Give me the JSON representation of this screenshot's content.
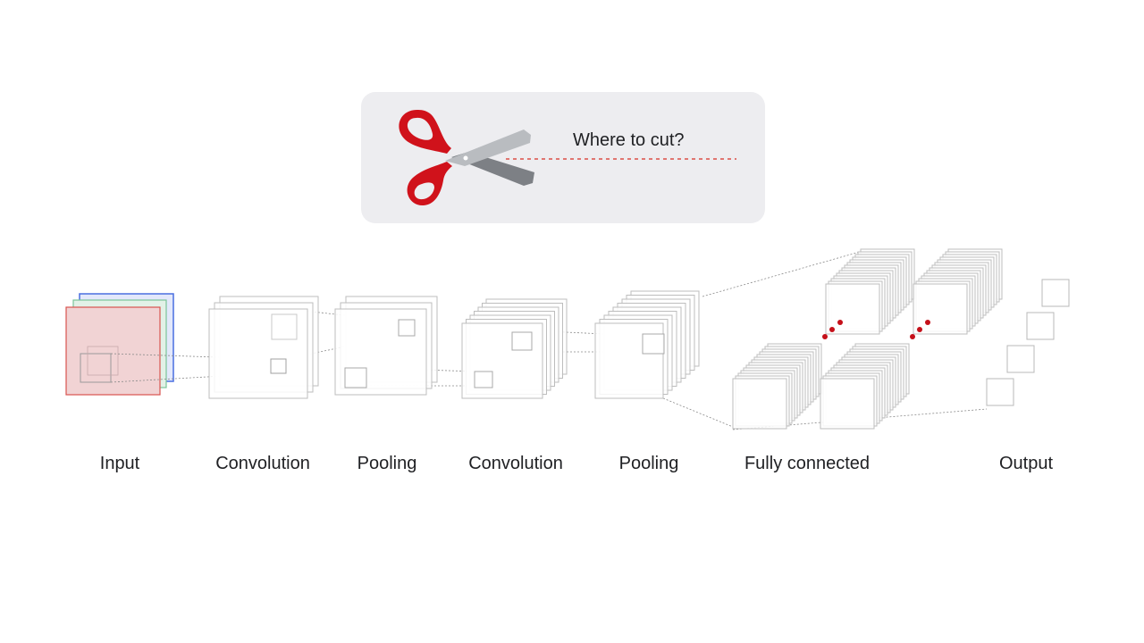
{
  "callout": {
    "question": "Where to cut?",
    "icon": "scissors-icon",
    "colors": {
      "panel": "#ededf0",
      "scissor_handle": "#d0121b",
      "blade_light": "#b9bcc0",
      "blade_dark": "#7d8085",
      "cut_line": "#d93025"
    }
  },
  "stages": [
    {
      "id": "input",
      "label": "Input"
    },
    {
      "id": "conv1",
      "label": "Convolution"
    },
    {
      "id": "pool1",
      "label": "Pooling"
    },
    {
      "id": "conv2",
      "label": "Convolution"
    },
    {
      "id": "pool2",
      "label": "Pooling"
    },
    {
      "id": "fc",
      "label": "Fully connected"
    },
    {
      "id": "output",
      "label": "Output"
    }
  ],
  "input_channel_colors": [
    "#4a6fe0",
    "#7cc49a",
    "#d9534f"
  ],
  "fc_dot_color": "#c5101a",
  "line_color": "#b0b0b0"
}
